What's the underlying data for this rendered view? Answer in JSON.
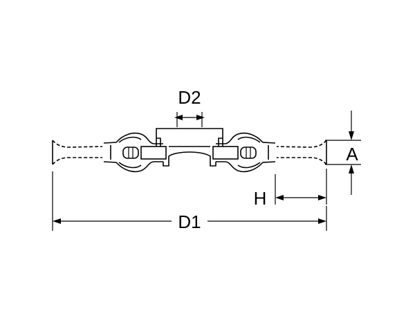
{
  "dimensions": {
    "d1": "D1",
    "d2": "D2",
    "h": "H",
    "a": "A"
  }
}
